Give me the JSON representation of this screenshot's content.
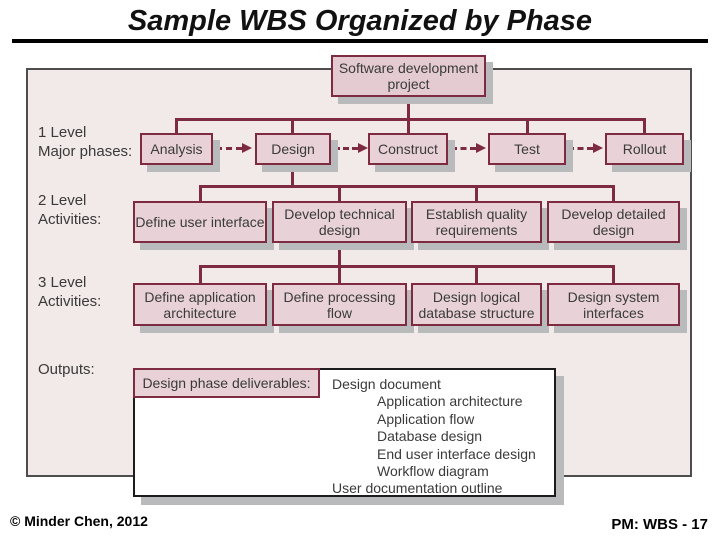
{
  "slide": {
    "title": "Sample WBS Organized by Phase",
    "footer_left": "© Minder Chen, 2012",
    "footer_right": "PM: WBS - 17"
  },
  "colors": {
    "maroon": "#7e2b42",
    "boxfill": "#e8d2d7",
    "rootfill": "#e4cbd1",
    "diagrambg": "#f2e9e9",
    "diagramborder": "#4d4d4d",
    "shadow": "#b9babc",
    "textdark": "#3a3a3a",
    "black": "#111111"
  },
  "diagram": {
    "root": "Software development project",
    "row_labels": [
      {
        "line1": "1 Level",
        "line2": "Major phases:"
      },
      {
        "line1": "2 Level",
        "line2": "Activities:"
      },
      {
        "line1": "3 Level",
        "line2": "Activities:"
      },
      {
        "line1": "Outputs:",
        "line2": ""
      }
    ],
    "phases": [
      "Analysis",
      "Design",
      "Construct",
      "Test",
      "Rollout"
    ],
    "activities_l2": [
      "Define user interface",
      "Develop technical design",
      "Establish quality requirements",
      "Develop detailed design"
    ],
    "activities_l3": [
      "Define application architecture",
      "Define processing flow",
      "Design logical database structure",
      "Design system interfaces"
    ],
    "outputs": {
      "label": "Design phase deliverables:",
      "items": [
        {
          "text": "Design document",
          "indent": 0
        },
        {
          "text": "Application architecture",
          "indent": 1
        },
        {
          "text": "Application flow",
          "indent": 1
        },
        {
          "text": "Database design",
          "indent": 1
        },
        {
          "text": "End user interface design",
          "indent": 1
        },
        {
          "text": "Workflow diagram",
          "indent": 1
        },
        {
          "text": "User documentation outline",
          "indent": 0
        }
      ]
    }
  }
}
